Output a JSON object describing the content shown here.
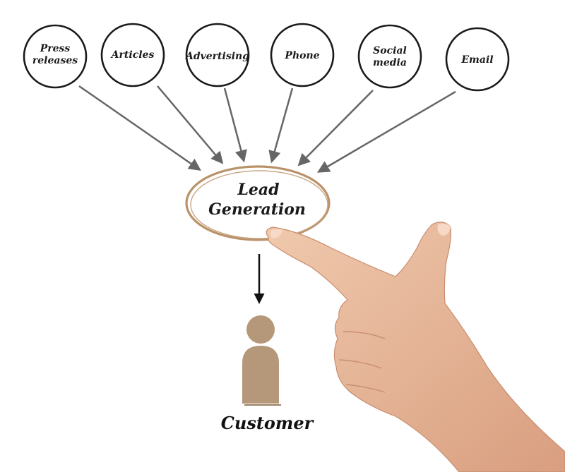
{
  "sources": [
    {
      "lines": [
        "Press",
        "releases"
      ]
    },
    {
      "lines": [
        "Articles"
      ]
    },
    {
      "lines": [
        "Advertising"
      ]
    },
    {
      "lines": [
        "Phone"
      ]
    },
    {
      "lines": [
        "Social",
        "media"
      ]
    },
    {
      "lines": [
        "Email"
      ]
    }
  ],
  "center": {
    "lines": [
      "Lead",
      "Generation"
    ]
  },
  "customer": {
    "label": "Customer"
  },
  "colors": {
    "accent": "#b9926a",
    "figure": "#b5987a",
    "arrow": "#666666",
    "circle": "#1a1a1a",
    "skin": "#e8b79a"
  }
}
